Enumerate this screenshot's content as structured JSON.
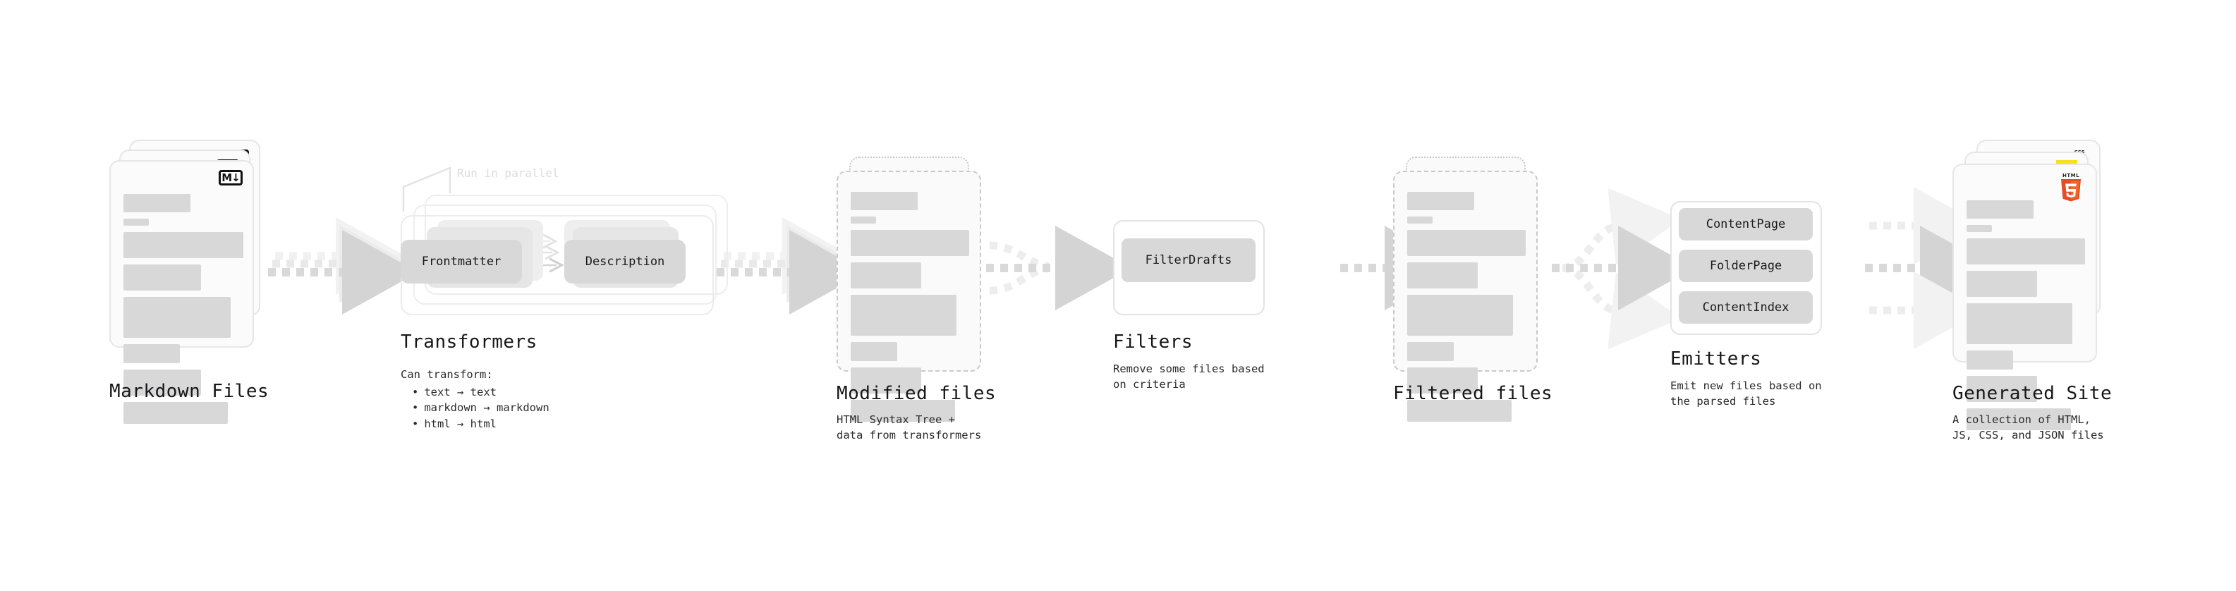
{
  "diagram": {
    "title_font_size": 26,
    "accent_colors": {
      "bar_gray": "#d8d8d8",
      "card_bg": "#fbfbfb",
      "card_border": "#e6e6e6",
      "dashed_border": "#c9c9c9",
      "chip_gray": "#d8d8d8",
      "arrow_gray": "#dcdcdc",
      "arrow_gray_strong": "#d4d4d4",
      "html5_orange": "#e44d26",
      "html5_orange_light": "#f16529",
      "js_yellow": "#f7df1e",
      "css_blue": "#264de4"
    }
  },
  "stages": {
    "markdown_files": {
      "title": "Markdown Files",
      "badge_label": "M",
      "badge_icon": "markdown-icon",
      "stack_count": 3
    },
    "transformers": {
      "title": "Transformers",
      "parallel_label": "Run in parallel",
      "caption_intro": "Can transform:",
      "transforms": [
        "text → text",
        "markdown → markdown",
        "html → html"
      ],
      "chips": [
        {
          "label": "Frontmatter"
        },
        {
          "label": "Description"
        }
      ],
      "stack_count": 3
    },
    "modified_files": {
      "title": "Modified files",
      "caption": "HTML Syntax Tree +\ndata from transformers",
      "stack_count": 2
    },
    "filters": {
      "title": "Filters",
      "caption": "Remove some files based\non criteria",
      "chips": [
        {
          "label": "FilterDrafts"
        }
      ]
    },
    "filtered_files": {
      "title": "Filtered files",
      "caption": "",
      "stack_count": 2
    },
    "emitters": {
      "title": "Emitters",
      "caption": "Emit new files based on\nthe parsed files",
      "chips": [
        {
          "label": "ContentPage"
        },
        {
          "label": "FolderPage"
        },
        {
          "label": "ContentIndex"
        }
      ]
    },
    "generated_site": {
      "title": "Generated Site",
      "caption": "A collection of HTML,\nJS, CSS, and JSON files",
      "badges": [
        {
          "icon": "css3-icon",
          "label": "CSS"
        },
        {
          "icon": "javascript-icon",
          "label": "JS"
        },
        {
          "icon": "html5-icon",
          "label": "HTML"
        }
      ],
      "stack_count": 3
    }
  },
  "connectors": [
    {
      "from": "markdown_files",
      "to": "transformers",
      "style": "stacked-dashed-arrow",
      "lanes": 3
    },
    {
      "from": "transformers",
      "to": "modified_files",
      "style": "stacked-dashed-arrow",
      "lanes": 3
    },
    {
      "from": "modified_files",
      "to": "filters",
      "style": "fan-in-dashed-arrow",
      "lanes": 3
    },
    {
      "from": "filters",
      "to": "filtered_files",
      "style": "dashed-arrow",
      "lanes": 1
    },
    {
      "from": "filtered_files",
      "to": "emitters",
      "style": "fan-out-dashed-arrow",
      "lanes": 3
    },
    {
      "from": "emitters",
      "to": "generated_site",
      "style": "parallel-dashed-arrows",
      "lanes": 3
    }
  ],
  "skeleton_rows": [
    {
      "w": 95,
      "h": 26
    },
    {
      "w": 36,
      "h": 10
    },
    {
      "w": 196,
      "h": 37
    },
    {
      "w": 110,
      "h": 37
    },
    {
      "w": 180,
      "h": 58
    },
    {
      "w": 80,
      "h": 27
    },
    {
      "w": 110,
      "h": 37
    },
    {
      "w": 178,
      "h": 31
    }
  ]
}
